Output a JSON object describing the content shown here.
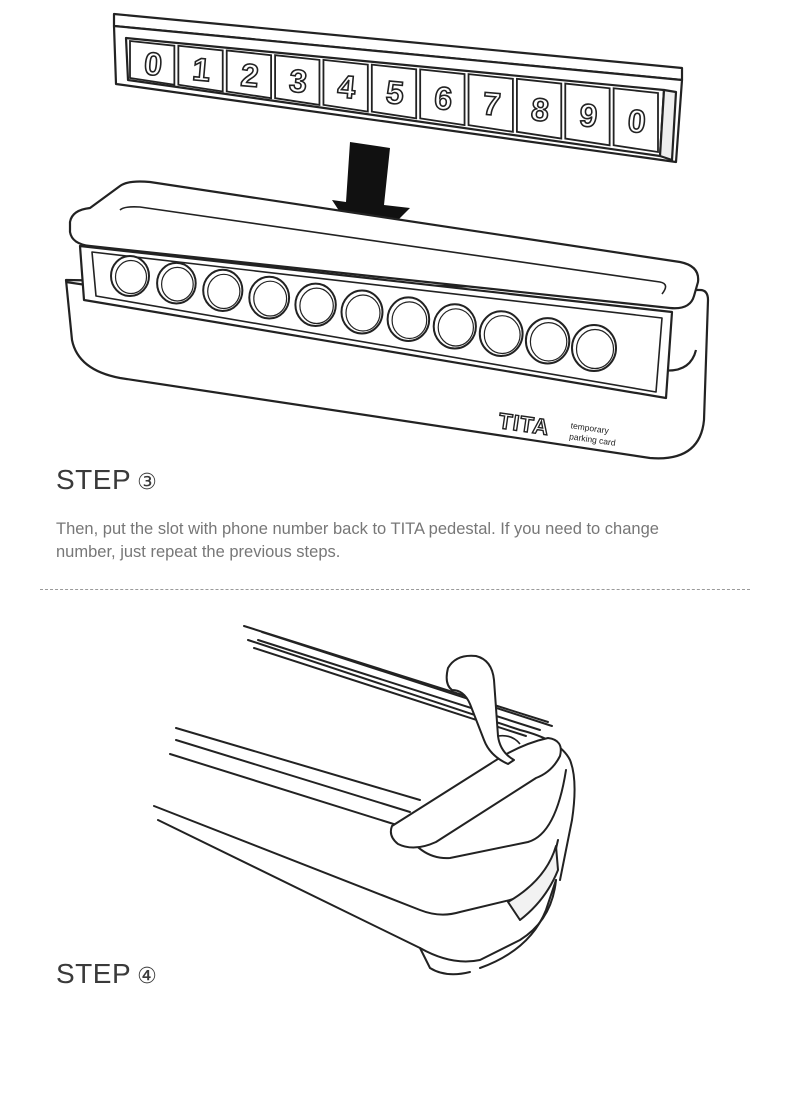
{
  "number_strip": {
    "digits": [
      "0",
      "1",
      "2",
      "3",
      "4",
      "5",
      "6",
      "7",
      "8",
      "9",
      "0"
    ]
  },
  "pedestal": {
    "brand": "TITA",
    "tagline_line1": "temporary",
    "tagline_line2": "parking card"
  },
  "step3": {
    "title": "STEP",
    "number_glyph": "③",
    "description_line1": "Then, put the slot with phone number back to TITA pedestal. If you need to change",
    "description_line2": "number, just repeat the previous steps."
  },
  "step4": {
    "title": "STEP",
    "number_glyph": "④"
  }
}
